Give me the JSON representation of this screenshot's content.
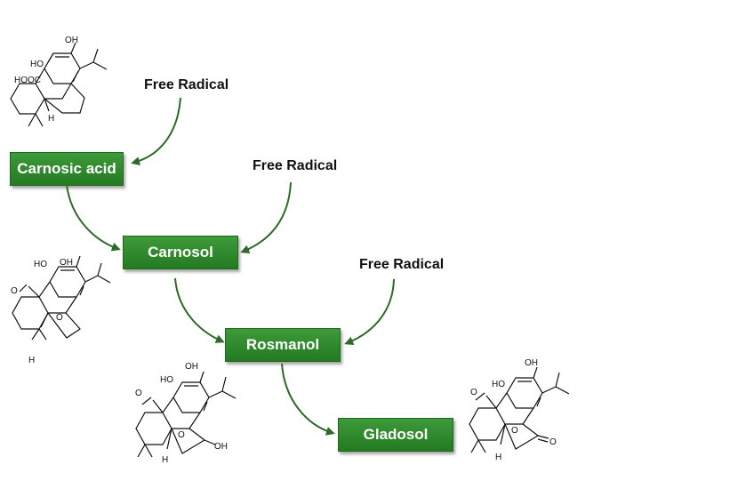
{
  "nodes": [
    {
      "id": "carnosic_acid",
      "label": "Carnosic acid"
    },
    {
      "id": "carnosol",
      "label": "Carnosol"
    },
    {
      "id": "rosmanol",
      "label": "Rosmanol"
    },
    {
      "id": "gladosol",
      "label": "Gladosol"
    }
  ],
  "radicals": [
    "Free Radical",
    "Free Radical",
    "Free Radical"
  ],
  "atom_labels": {
    "oh": "OH",
    "ho": "HO",
    "hooc": "HOOC",
    "o": "O",
    "h": "H"
  },
  "colors": {
    "box": "#2f8a2c",
    "arrow": "#2e6a2a"
  }
}
